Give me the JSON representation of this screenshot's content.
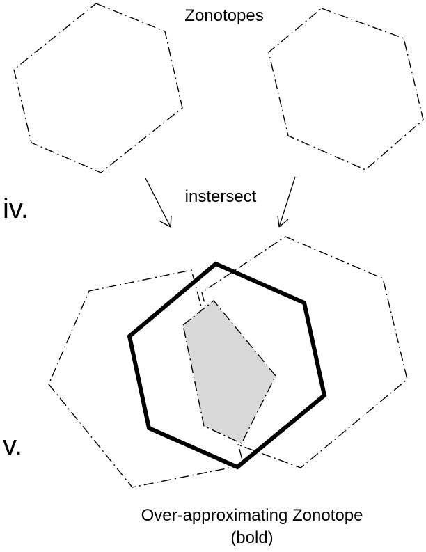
{
  "labels": {
    "top_title": "Zonotopes",
    "intersect": "instersect",
    "step_iv": "iv.",
    "step_v": "v.",
    "caption_line1": "Over-approximating Zonotope",
    "caption_line2": "(bold)"
  }
}
